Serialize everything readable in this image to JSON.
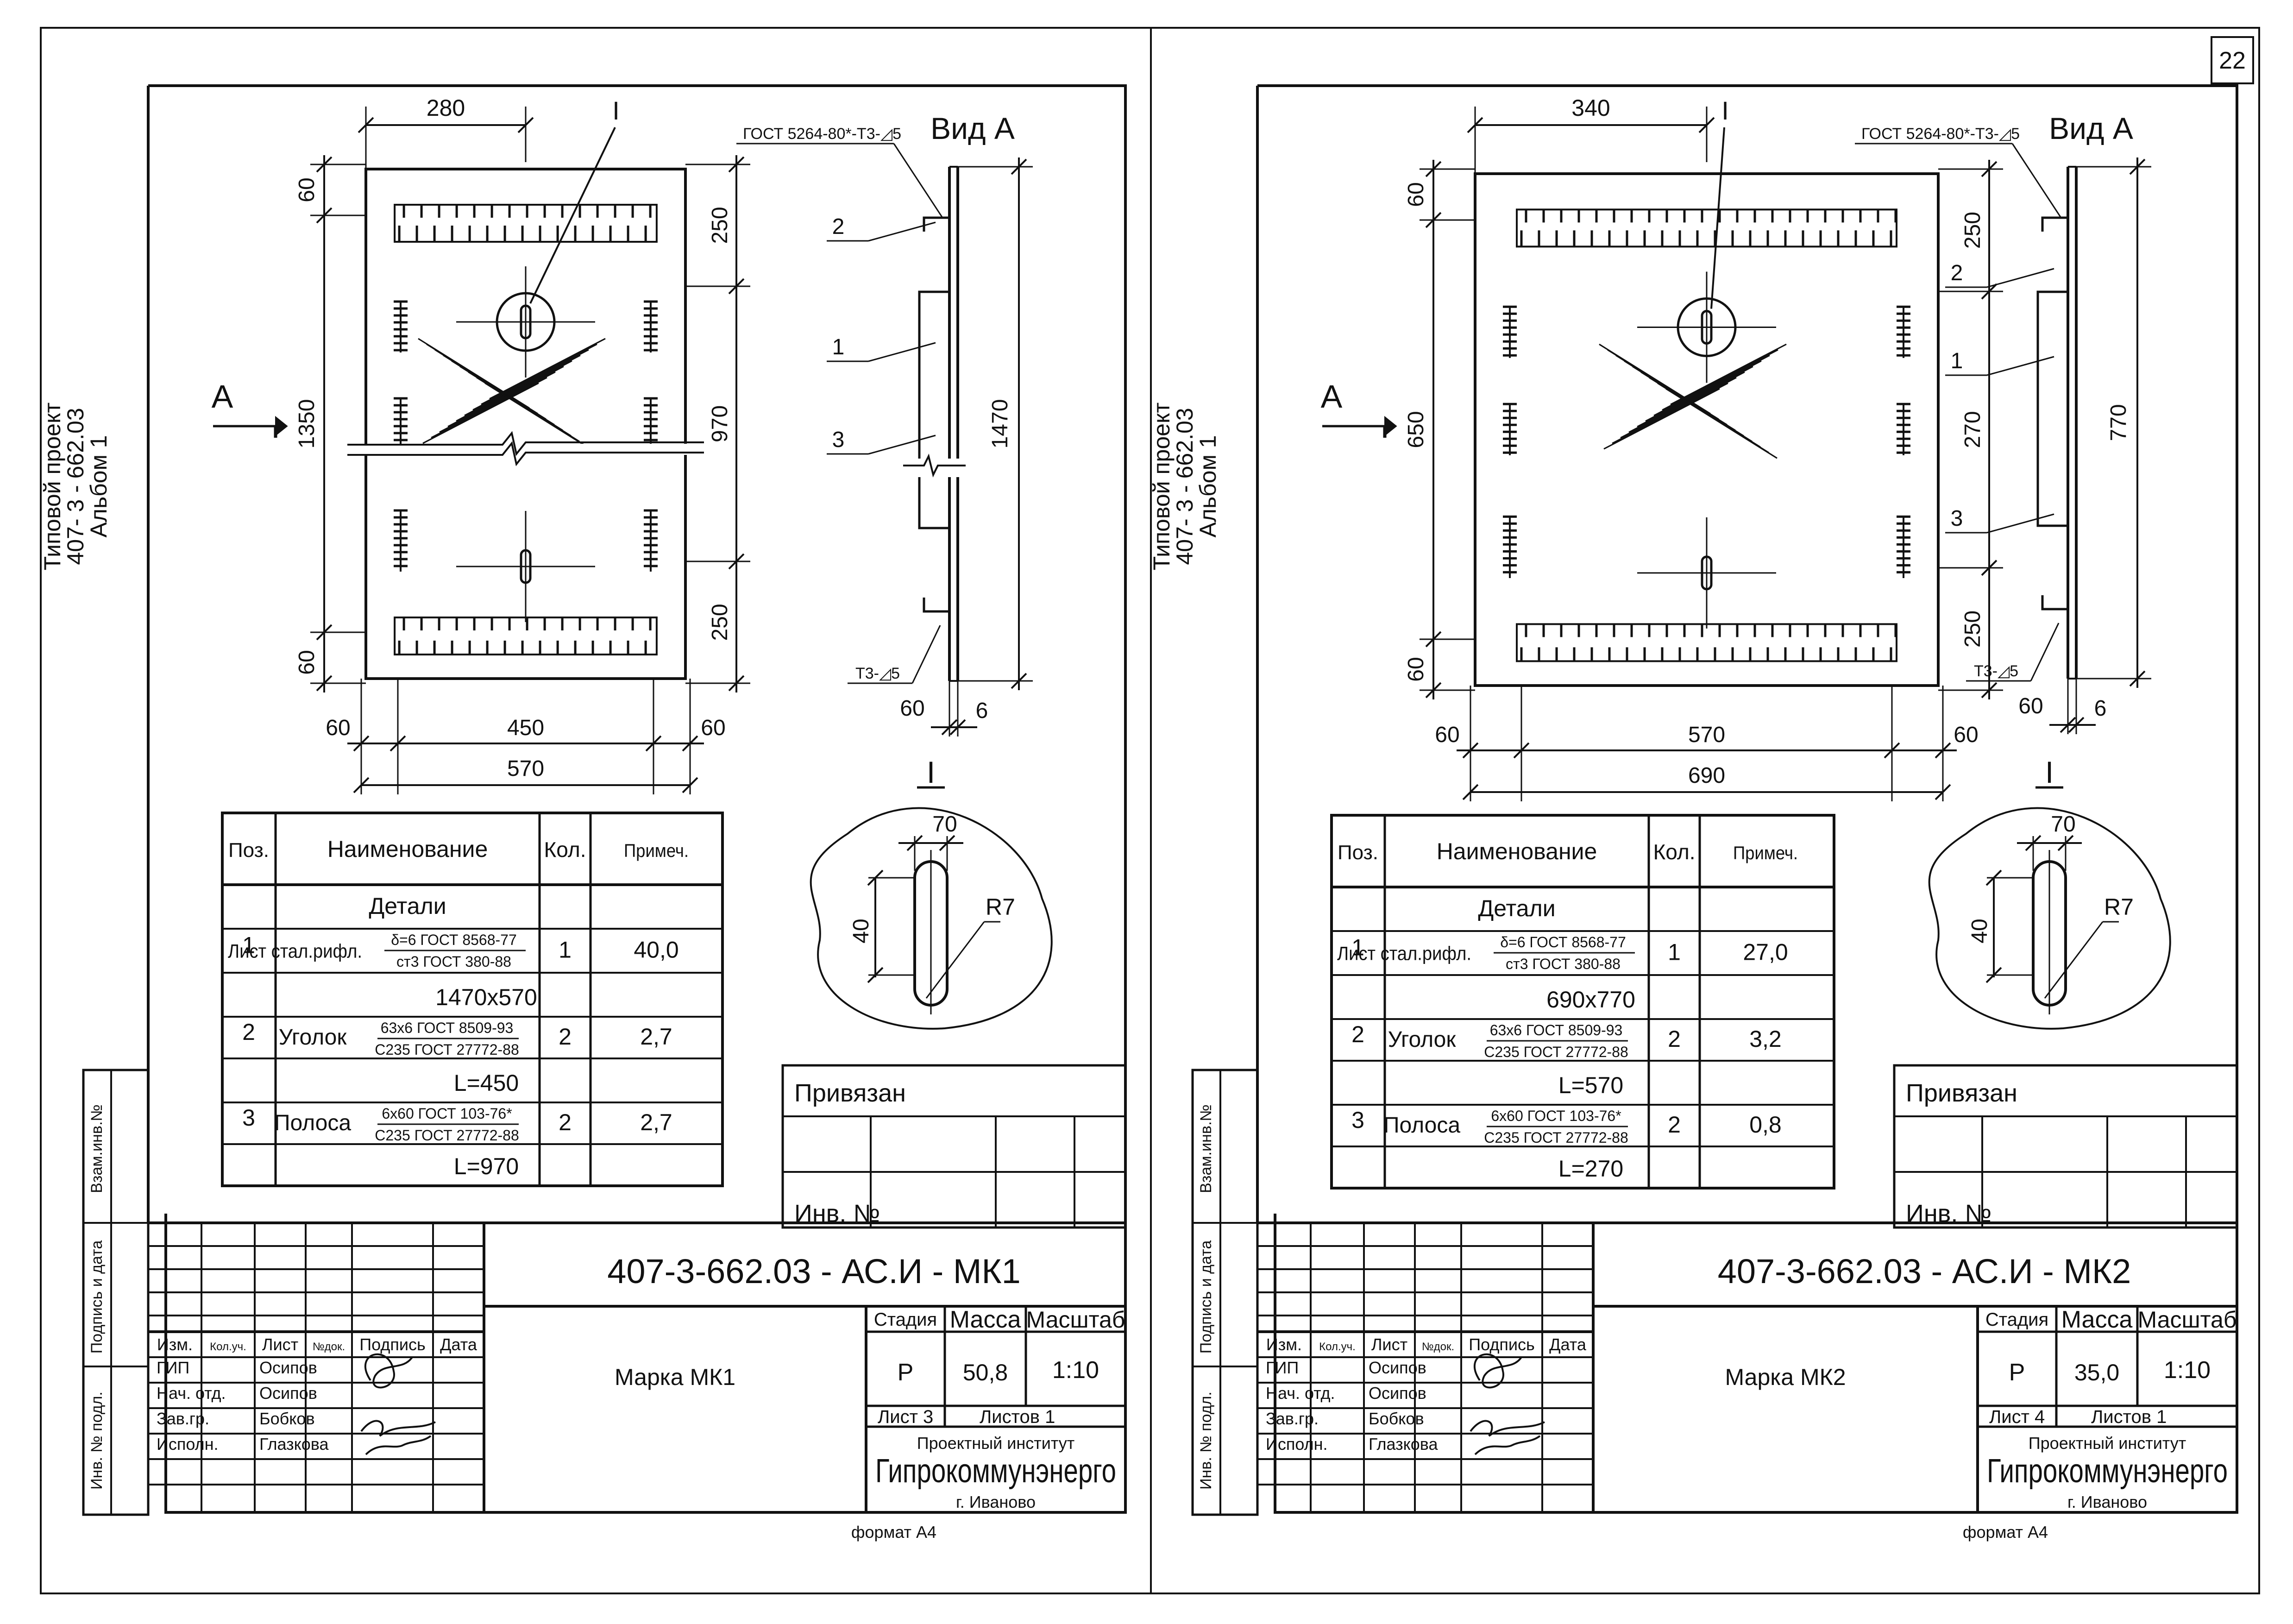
{
  "page_number": "22",
  "sheets": [
    {
      "id": "mk1",
      "side_note": [
        "Типовой проект",
        "407- 3 - 662.03",
        "Альбом 1"
      ],
      "plan": {
        "top_dim": "280",
        "left_dims": [
          "60",
          "1350",
          "60"
        ],
        "right_dims": [
          "250",
          "970",
          "250"
        ],
        "bottom_dims": [
          "60",
          "450",
          "60"
        ],
        "overall_width": "570",
        "callout": "I",
        "section_arrow": "A"
      },
      "view": {
        "title": "Вид А",
        "weld_note": "ГОСТ 5264-80*-Т3-◿5",
        "weld_note_bottom": "Т3-◿5",
        "height_dim": "1470",
        "positions": [
          "2",
          "1",
          "3"
        ],
        "bottom_dims": [
          "60",
          "6"
        ]
      },
      "detail": {
        "title": "I",
        "width": "70",
        "height": "40",
        "radius": "R7"
      },
      "table": {
        "headers": [
          "Поз.",
          "Наименование",
          "Кол.",
          "Примеч."
        ],
        "group": "Детали",
        "rows": [
          {
            "pos": "1",
            "name": "Лист стал.рифл.",
            "spec_top": "δ=6 ГОСТ 8568-77",
            "spec_bottom": "ст3 ГОСТ 380-88",
            "qty": "1",
            "note": "40,0",
            "extra": "1470x570"
          },
          {
            "pos": "2",
            "name": "Уголок",
            "spec_top": "63x6 ГОСТ 8509-93",
            "spec_bottom": "С235 ГОСТ 27772-88",
            "qty": "2",
            "note": "2,7",
            "extra": "L=450"
          },
          {
            "pos": "3",
            "name": "Полоса",
            "spec_top": "6x60 ГОСТ 103-76*",
            "spec_bottom": "С235 ГОСТ 27772-88",
            "qty": "2",
            "note": "2,7",
            "extra": "L=970"
          }
        ]
      },
      "binding": {
        "title": "Привязан",
        "inv": "Инв. №"
      },
      "side_stamp": [
        "Взам.инв.№",
        "Подпись и дата",
        "Инв. № подл."
      ],
      "title_block": {
        "code": "407-3-662.03 - АС.И - МК1",
        "mark": "Марка МК1",
        "col_headers": [
          "Изм.",
          "Кол.уч.",
          "Лист",
          "№док.",
          "Подпись",
          "Дата"
        ],
        "people": [
          {
            "role": "ГИП",
            "name": "Осипов"
          },
          {
            "role": "Нач. отд.",
            "name": "Осипов"
          },
          {
            "role": "Зав.гр.",
            "name": "Бобков"
          },
          {
            "role": "Исполн.",
            "name": "Глазкова"
          }
        ],
        "stage_label": "Стадия",
        "mass_label": "Масса",
        "scale_label": "Масштаб",
        "stage": "Р",
        "mass": "50,8",
        "scale": "1:10",
        "sheet": "Лист 3",
        "sheets": "Листов  1",
        "institute_small": "Проектный институт",
        "institute": "Гипрокоммунэнерго",
        "city": "г. Иваново"
      },
      "format": "формат А4"
    },
    {
      "id": "mk2",
      "side_note": [
        "Типовой проект",
        "407- 3 - 662.03",
        "Альбом 1"
      ],
      "plan": {
        "top_dim": "340",
        "left_dims": [
          "60",
          "650",
          "60"
        ],
        "right_dims": [
          "250",
          "270",
          "250"
        ],
        "bottom_dims": [
          "60",
          "570",
          "60"
        ],
        "overall_width": "690",
        "callout": "I",
        "section_arrow": "A"
      },
      "view": {
        "title": "Вид А",
        "weld_note": "ГОСТ 5264-80*-Т3-◿5",
        "weld_note_bottom": "Т3-◿5",
        "height_dim": "770",
        "positions": [
          "2",
          "1",
          "3"
        ],
        "bottom_dims": [
          "60",
          "6"
        ]
      },
      "detail": {
        "title": "I",
        "width": "70",
        "height": "40",
        "radius": "R7"
      },
      "table": {
        "headers": [
          "Поз.",
          "Наименование",
          "Кол.",
          "Примеч."
        ],
        "group": "Детали",
        "rows": [
          {
            "pos": "1",
            "name": "Лист стал.рифл.",
            "spec_top": "δ=6 ГОСТ 8568-77",
            "spec_bottom": "ст3 ГОСТ 380-88",
            "qty": "1",
            "note": "27,0",
            "extra": "690x770"
          },
          {
            "pos": "2",
            "name": "Уголок",
            "spec_top": "63x6 ГОСТ 8509-93",
            "spec_bottom": "С235 ГОСТ 27772-88",
            "qty": "2",
            "note": "3,2",
            "extra": "L=570"
          },
          {
            "pos": "3",
            "name": "Полоса",
            "spec_top": "6x60 ГОСТ 103-76*",
            "spec_bottom": "С235 ГОСТ 27772-88",
            "qty": "2",
            "note": "0,8",
            "extra": "L=270"
          }
        ]
      },
      "binding": {
        "title": "Привязан",
        "inv": "Инв. №"
      },
      "side_stamp": [
        "Взам.инв.№",
        "Подпись и дата",
        "Инв. № подл."
      ],
      "title_block": {
        "code": "407-3-662.03 - АС.И - МК2",
        "mark": "Марка МК2",
        "col_headers": [
          "Изм.",
          "Кол.уч.",
          "Лист",
          "№док.",
          "Подпись",
          "Дата"
        ],
        "people": [
          {
            "role": "ГИП",
            "name": "Осипов"
          },
          {
            "role": "Нач. отд.",
            "name": "Осипов"
          },
          {
            "role": "Зав.гр.",
            "name": "Бобков"
          },
          {
            "role": "Исполн.",
            "name": "Глазкова"
          }
        ],
        "stage_label": "Стадия",
        "mass_label": "Масса",
        "scale_label": "Масштаб",
        "stage": "Р",
        "mass": "35,0",
        "scale": "1:10",
        "sheet": "Лист 4",
        "sheets": "Листов  1",
        "institute_small": "Проектный институт",
        "institute": "Гипрокоммунэнерго",
        "city": "г. Иваново"
      },
      "format": "формат А4"
    }
  ]
}
